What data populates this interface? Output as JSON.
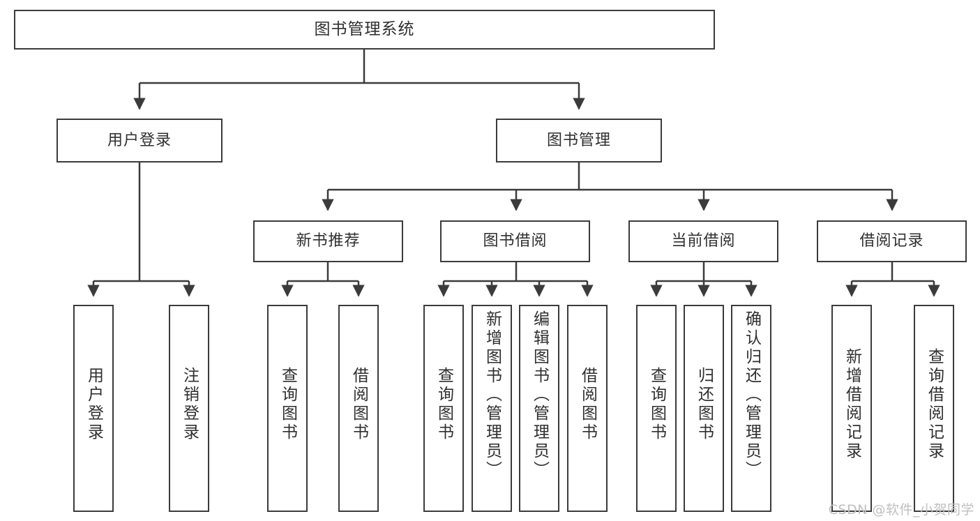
{
  "diagram": {
    "title": "图书管理系统",
    "type": "tree",
    "watermark": "CSDN @软件_小贺同学",
    "colors": {
      "box_border": "#3b3b3b",
      "box_fill": "#ffffff",
      "edge": "#3b3b3b",
      "text": "#2f2f2f",
      "watermark": "#bfbfbf",
      "background": "#ffffff"
    },
    "nodes": {
      "root": "图书管理系统",
      "level2": [
        "用户登录",
        "图书管理"
      ],
      "level3": [
        "新书推荐",
        "图书借阅",
        "当前借阅",
        "借阅记录"
      ],
      "leaves_user_login": [
        "用户登录",
        "注销登录"
      ],
      "leaves_new_book": [
        "查询图书",
        "借阅图书"
      ],
      "leaves_borrow": [
        "查询图书",
        "新增图书（管理员）",
        "编辑图书（管理员）",
        "借阅图书"
      ],
      "leaves_current": [
        "查询图书",
        "归还图书",
        "确认归还（管理员）"
      ],
      "leaves_record": [
        "新增借阅记录",
        "查询借阅记录"
      ]
    },
    "edges": [
      {
        "from": "图书管理系统",
        "to": "用户登录"
      },
      {
        "from": "图书管理系统",
        "to": "图书管理"
      },
      {
        "from": "用户登录",
        "to": "用户登录"
      },
      {
        "from": "用户登录",
        "to": "注销登录"
      },
      {
        "from": "图书管理",
        "to": "新书推荐"
      },
      {
        "from": "图书管理",
        "to": "图书借阅"
      },
      {
        "from": "图书管理",
        "to": "当前借阅"
      },
      {
        "from": "图书管理",
        "to": "借阅记录"
      },
      {
        "from": "新书推荐",
        "to": "查询图书"
      },
      {
        "from": "新书推荐",
        "to": "借阅图书"
      },
      {
        "from": "图书借阅",
        "to": "查询图书"
      },
      {
        "from": "图书借阅",
        "to": "新增图书（管理员）"
      },
      {
        "from": "图书借阅",
        "to": "编辑图书（管理员）"
      },
      {
        "from": "图书借阅",
        "to": "借阅图书"
      },
      {
        "from": "当前借阅",
        "to": "查询图书"
      },
      {
        "from": "当前借阅",
        "to": "归还图书"
      },
      {
        "from": "当前借阅",
        "to": "确认归还（管理员）"
      },
      {
        "from": "借阅记录",
        "to": "新增借阅记录"
      },
      {
        "from": "借阅记录",
        "to": "查询借阅记录"
      }
    ]
  }
}
